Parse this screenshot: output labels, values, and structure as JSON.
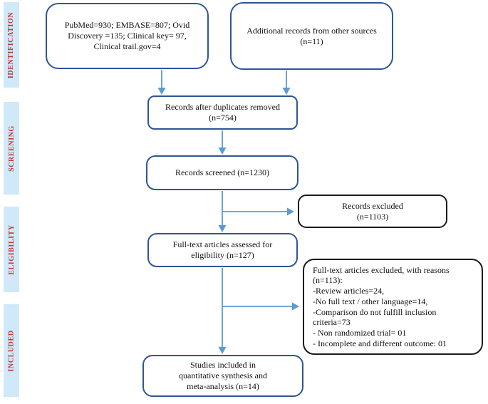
{
  "colors": {
    "blue_border": "#2f5597",
    "black_border": "#1b1b1b",
    "arrow": "#5b9bd5",
    "stage_bg": "#cfe9f8",
    "stage_text": "#cc3333"
  },
  "stages": [
    {
      "label": "IDENTIFICATION"
    },
    {
      "label": "SCREENING"
    },
    {
      "label": "ELIGIBILITY"
    },
    {
      "label": "INCLUDED"
    }
  ],
  "boxes": {
    "identification_sources": {
      "lines": [
        "PubMed=930; EMBASE=807; Ovid",
        "Discovery =135; Clinical key= 97,",
        "Clinical trail.gov=4"
      ]
    },
    "additional_records": {
      "lines": [
        "Additional records from other sources",
        "(n=11)"
      ]
    },
    "duplicates_removed": {
      "lines": [
        "Records after duplicates removed",
        "(n=754)"
      ]
    },
    "records_screened": {
      "lines": [
        "Records screened (n=1230)"
      ]
    },
    "records_excluded": {
      "lines": [
        "Records excluded",
        "(n=1103)"
      ]
    },
    "fulltext_assessed": {
      "lines": [
        "Full-text articles assessed for",
        "eligibility (n=127)"
      ]
    },
    "fulltext_excluded": {
      "lines": [
        "Full-text articles excluded, with reasons",
        "(n=113):",
        "-Review articles=24,",
        "-No full text / other language=14,",
        "-Comparison do not fulfill inclusion",
        "criteria=73",
        "- Non randomized trial= 01",
        "- Incomplete and different outcome: 01"
      ]
    },
    "studies_included": {
      "lines": [
        "Studies included in",
        "quantitative synthesis and",
        "meta-analysis (n=14)"
      ]
    }
  }
}
